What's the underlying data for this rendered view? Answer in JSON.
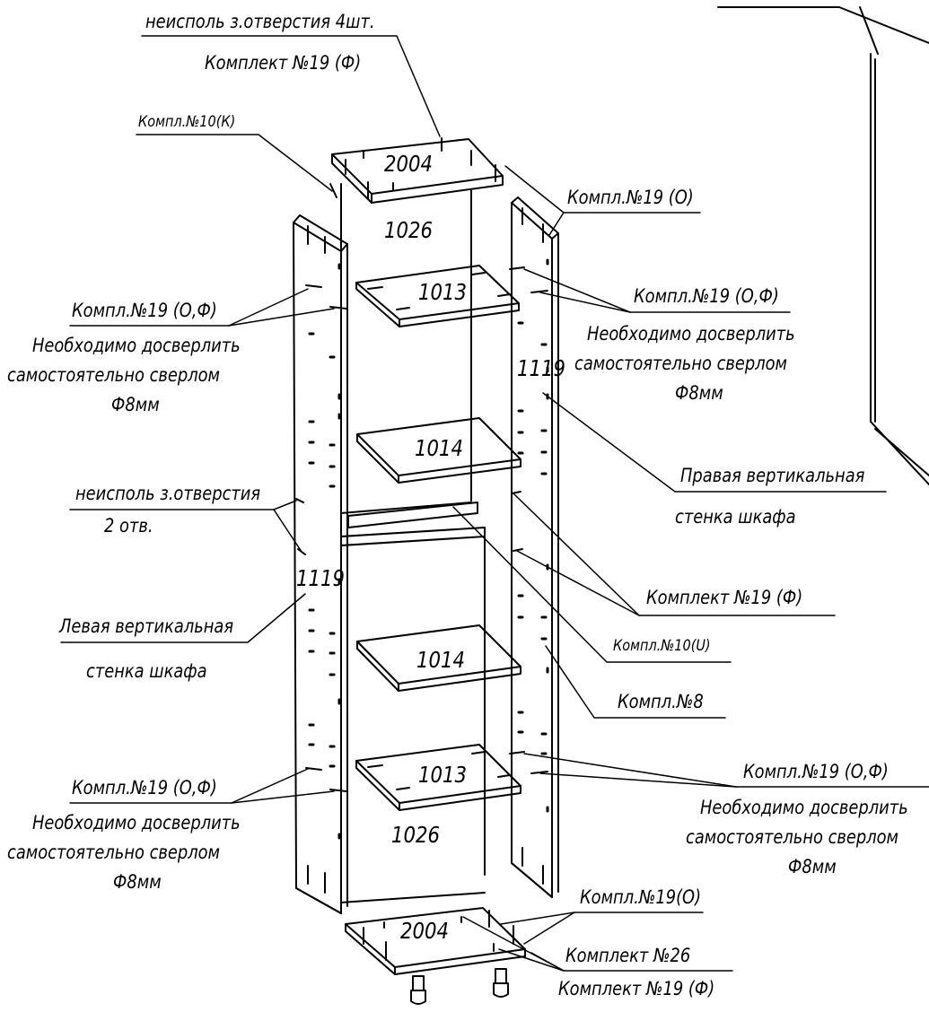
{
  "annotations": {
    "top_unused_holes": "неисполь з.отверстия 4шт.",
    "top_kit19f": "Комплект №19 (Ф)",
    "kit10k": "Компл.№10(К)",
    "kit19o_top": "Компл.№19 (О)",
    "left_kit19of_top": "Компл.№19 (О,Ф)",
    "left_drill_top_1": "Необходимо досверлить",
    "left_drill_top_2": "самостоятельно сверлом",
    "left_drill_top_3": "Ф8мм",
    "right_kit19of_top": "Компл.№19 (О,Ф)",
    "right_drill_top_1": "Необходимо досверлить",
    "right_drill_top_2": "самостоятельно сверлом",
    "right_drill_top_3": "Ф8мм",
    "right_wall_1": "Правая вертикальная",
    "right_wall_2": "стенка шкафа",
    "left_unused_holes_1": "неисполь з.отверстия",
    "left_unused_holes_2": "2 отв.",
    "kit19f_mid": "Комплект №19 (Ф)",
    "kit10u": "Компл.№10(U)",
    "left_wall_1": "Левая вертикальная",
    "left_wall_2": "стенка шкафа",
    "kit8": "Компл.№8",
    "left_kit19of_bot": "Компл.№19 (О,Ф)",
    "left_drill_bot_1": "Необходимо досверлить",
    "left_drill_bot_2": "самостоятельно сверлом",
    "left_drill_bot_3": "Ф8мм",
    "right_kit19of_bot": "Компл.№19 (О,Ф)",
    "right_drill_bot_1": "Необходимо досверлить",
    "right_drill_bot_2": "самостоятельно сверлом",
    "right_drill_bot_3": "Ф8мм",
    "kit19o_bot": "Компл.№19(О)",
    "kit26": "Комплект №26",
    "kit19f_bot": "Комплект №19 (Ф)"
  },
  "part_numbers": {
    "top_panel": "2004",
    "back_upper": "1026",
    "shelf1": "1013",
    "right_side": "1119",
    "shelf2": "1014",
    "left_side": "1119",
    "shelf3": "1014",
    "shelf4": "1013",
    "back_lower": "1026",
    "bottom_panel": "2004"
  }
}
